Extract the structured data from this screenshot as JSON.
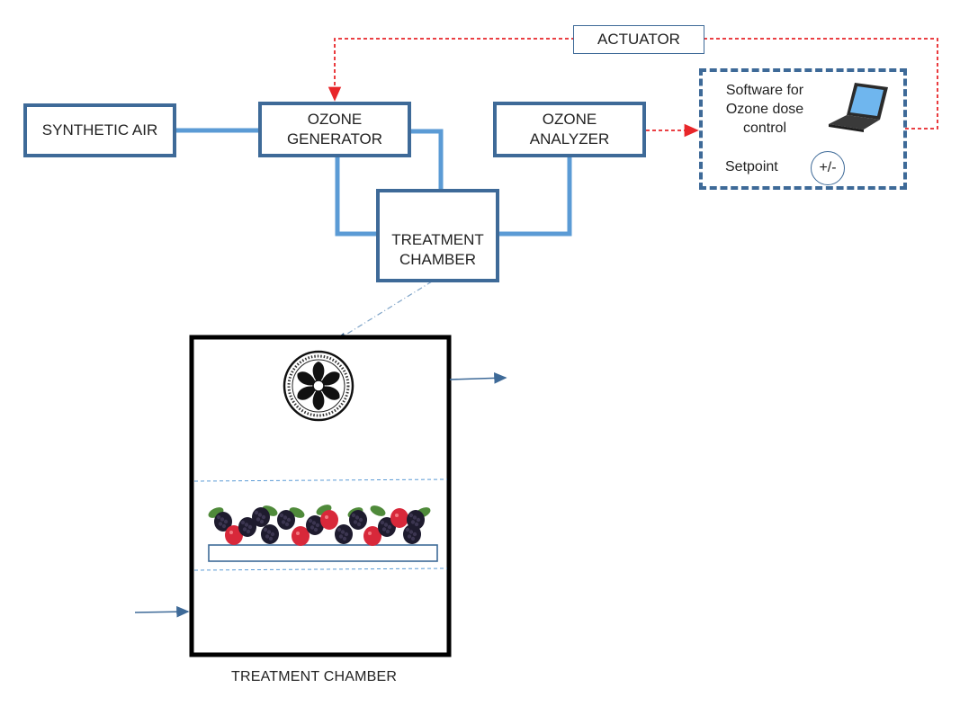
{
  "boxes": {
    "synthetic_air": "SYNTHETIC AIR",
    "ozone_generator": [
      "OZONE",
      "GENERATOR"
    ],
    "ozone_analyzer": [
      "OZONE",
      "ANALYZER"
    ],
    "treatment_chamber": [
      "TREATMENT",
      "CHAMBER"
    ]
  },
  "actuator": "ACTUATOR",
  "software": {
    "lines": [
      "Software for",
      "Ozone dose",
      "control"
    ],
    "setpoint": "Setpoint",
    "plus_minus": "+/-"
  },
  "detail_caption": "TREATMENT CHAMBER",
  "icons": [
    "fan-icon",
    "laptop-icon",
    "berries-icon"
  ],
  "colors": {
    "box_border": "#3e6a98",
    "pipe": "#5b9bd5",
    "signal": "#e8262a",
    "arrow": "#3e6a98"
  }
}
